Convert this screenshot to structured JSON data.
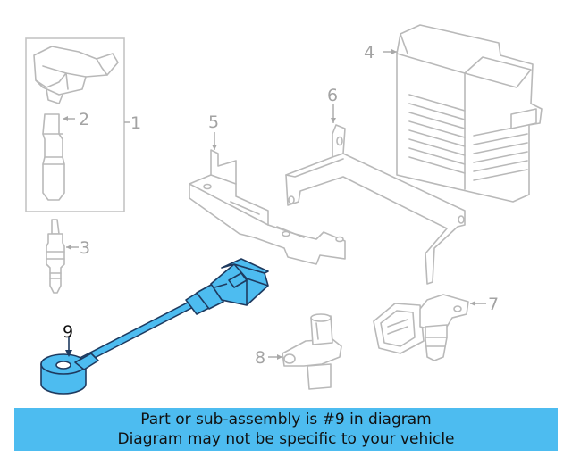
{
  "callouts": {
    "c1": "1",
    "c2": "2",
    "c3": "3",
    "c4": "4",
    "c5": "5",
    "c6": "6",
    "c7": "7",
    "c8": "8",
    "c9": "9"
  },
  "banner": {
    "line1": "Part or sub-assembly is #9 in diagram",
    "line2": "Diagram may not be specific to your vehicle"
  },
  "colors": {
    "highlight": "#4dbcf0",
    "highlight_outline": "#1e3a5f",
    "ghost_outline": "#b9b9b9",
    "callout_text": "#a3a3a3"
  }
}
